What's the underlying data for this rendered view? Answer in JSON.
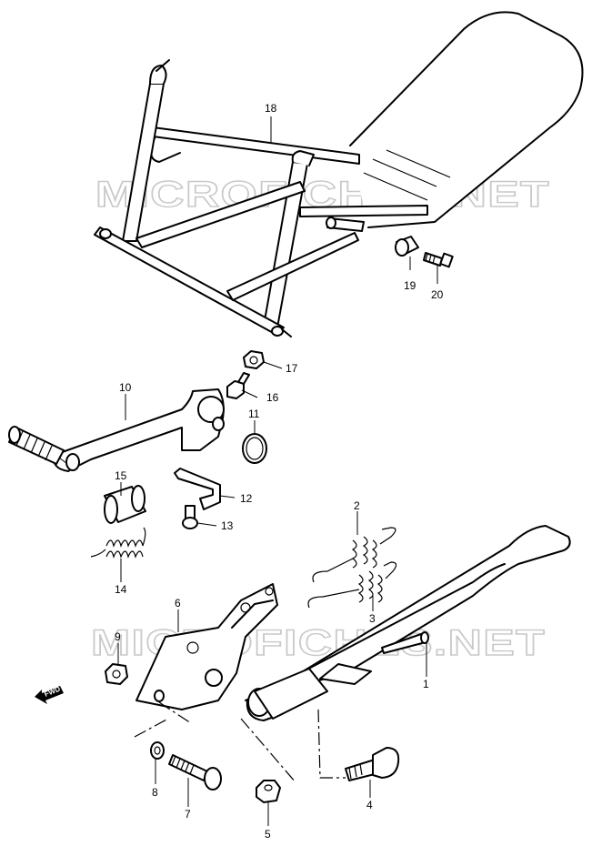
{
  "watermark": "MICROFICHES.NET",
  "fwd_label": "FWD",
  "callouts": [
    {
      "id": "1",
      "part": "side stand"
    },
    {
      "id": "2",
      "part": "spring"
    },
    {
      "id": "3",
      "part": "spring"
    },
    {
      "id": "4",
      "part": "bolt"
    },
    {
      "id": "5",
      "part": "nut"
    },
    {
      "id": "6",
      "part": "bracket"
    },
    {
      "id": "7",
      "part": "bolt"
    },
    {
      "id": "8",
      "part": "washer"
    },
    {
      "id": "9",
      "part": "nut"
    },
    {
      "id": "10",
      "part": "lever"
    },
    {
      "id": "11",
      "part": "washer"
    },
    {
      "id": "12",
      "part": "bracket"
    },
    {
      "id": "13",
      "part": "screw"
    },
    {
      "id": "14",
      "part": "spring"
    },
    {
      "id": "15",
      "part": "collar"
    },
    {
      "id": "16",
      "part": "bolt"
    },
    {
      "id": "17",
      "part": "nut"
    },
    {
      "id": "18",
      "part": "center stand"
    },
    {
      "id": "19",
      "part": "cushion"
    },
    {
      "id": "20",
      "part": "bolt"
    }
  ]
}
